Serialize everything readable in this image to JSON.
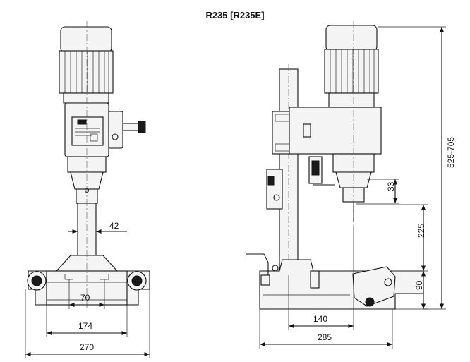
{
  "title": "R235 [R235E]",
  "dimensions": {
    "front_upper_width": "42",
    "front_base_70": "70",
    "front_base_174": "174",
    "front_base_270": "270",
    "side_33": "33",
    "side_225": "225",
    "side_90": "90",
    "side_height": "525-705",
    "side_140": "140",
    "side_285": "285"
  }
}
